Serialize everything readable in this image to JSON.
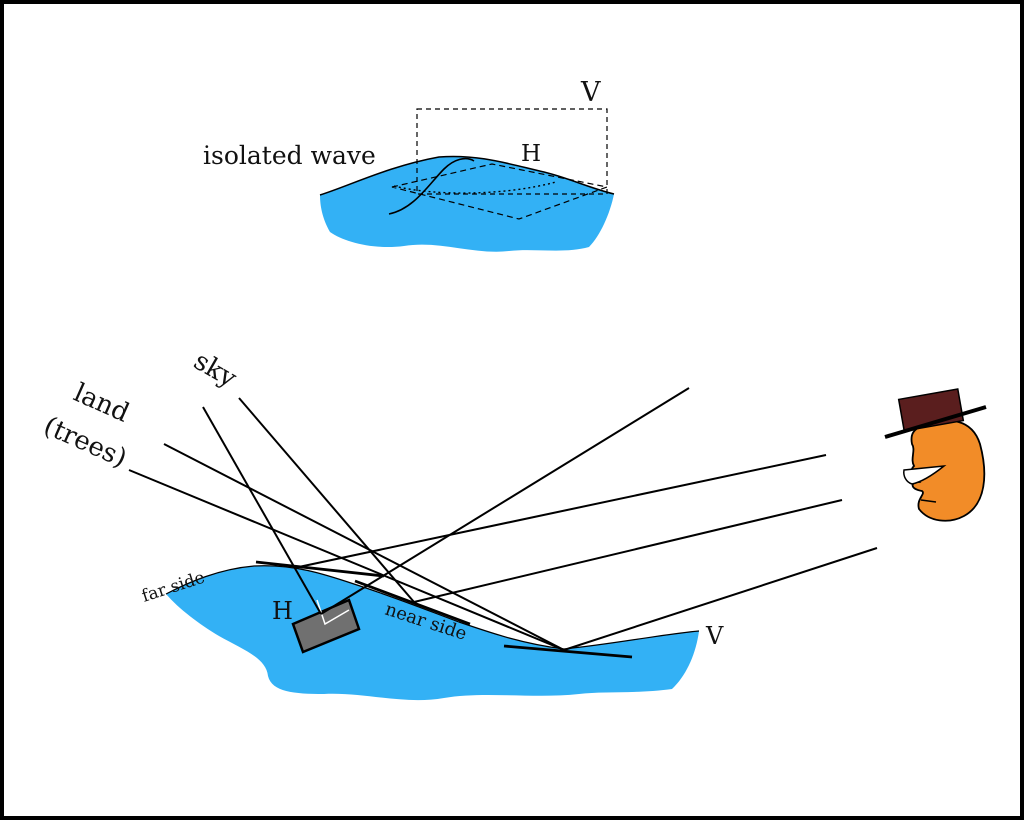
{
  "labels": {
    "isolated_wave": "isolated wave",
    "top_v": "V",
    "top_h": "H",
    "sky": "sky",
    "land_line1": "land",
    "land_line2": "(trees)",
    "far_side": "far side",
    "near_side": "near side",
    "bottom_h": "H",
    "bottom_v": "V"
  },
  "colors": {
    "water": "#33b1f5",
    "outline": "#000000",
    "face": "#f28c28",
    "hat": "#5a1e1e",
    "mirror_box": "#707070"
  }
}
